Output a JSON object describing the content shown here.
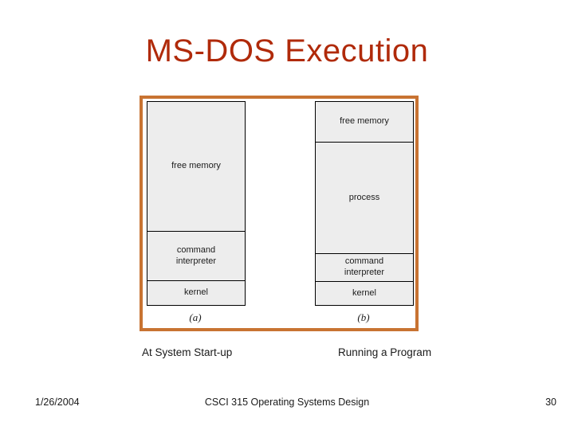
{
  "slide": {
    "title": "MS-DOS Execution",
    "captions": {
      "left": "At System Start-up",
      "right": "Running a Program"
    },
    "footer": {
      "date": "1/26/2004",
      "course": "CSCI 315 Operating Systems Design",
      "page": "30"
    }
  },
  "diagram": {
    "colors": {
      "frame_border": "#c87332",
      "box_fill": "#ededed",
      "box_border": "#000000",
      "title_color": "#b02a0a"
    },
    "left": {
      "label": "(a)",
      "sections": [
        {
          "text": "free memory"
        },
        {
          "text": "command interpreter"
        },
        {
          "text": "kernel"
        }
      ]
    },
    "right": {
      "label": "(b)",
      "sections": [
        {
          "text": "free memory"
        },
        {
          "text": "process"
        },
        {
          "text": "command interpreter"
        },
        {
          "text": "kernel"
        }
      ]
    }
  }
}
